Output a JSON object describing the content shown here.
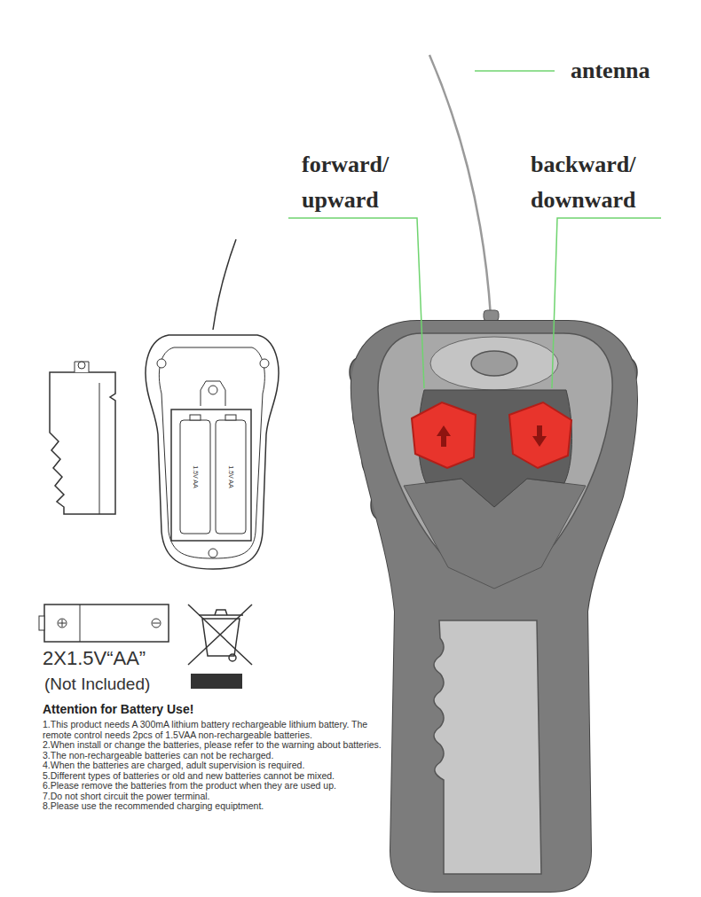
{
  "diagram": {
    "labels": [
      "antenna",
      "forward/ upward",
      "backward/ downward",
      "1.5V AA",
      "1.5V AA",
      "2X1.5V“AA”",
      "(Not Included)",
      "Attention for Battery Use!",
      "1.This product needs A 300mA lithium battery rechargeable lithium battery. The remote control needs 2pcs of 1.5VAA non-rechargeable batteries.",
      "2.When install or change the batteries, please refer to the warning about batteries.",
      "3.The non-rechargeable batteries can not be recharged.",
      "4.When the batteries are charged, adult supervision is required.",
      "5.Different types of batteries or old and new batteries cannot be mixed.",
      "6.Please remove the batteries from the product when they are used up.",
      "7.Do not short circuit the power terminal.",
      "8.Please use the recommended charging equiptment."
    ]
  }
}
